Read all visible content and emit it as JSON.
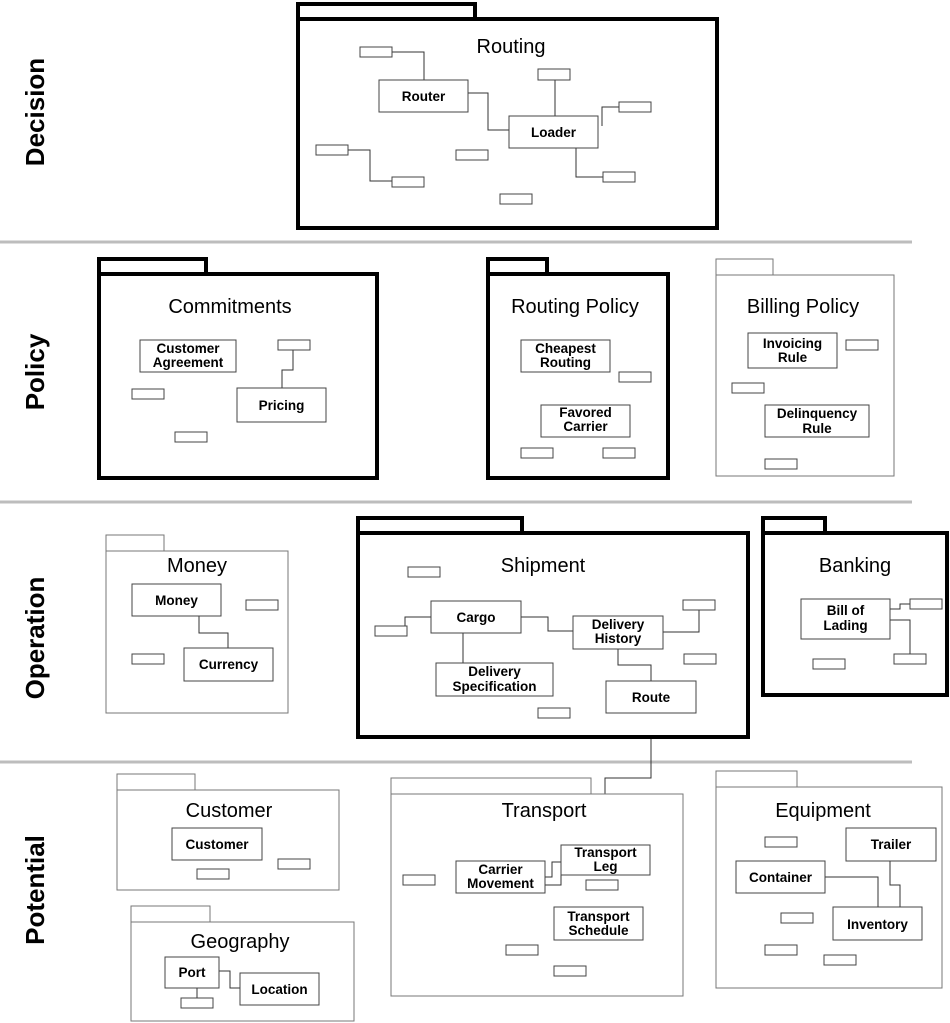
{
  "layers": [
    "Decision",
    "Policy",
    "Operation",
    "Potential"
  ],
  "packages": {
    "routing": "Routing",
    "commitments": "Commitments",
    "routing_policy": "Routing Policy",
    "billing_policy": "Billing Policy",
    "money": "Money",
    "shipment": "Shipment",
    "banking": "Banking",
    "customer": "Customer",
    "geography": "Geography",
    "transport": "Transport",
    "equipment": "Equipment"
  },
  "classes": {
    "router": [
      "Router"
    ],
    "loader": [
      "Loader"
    ],
    "customer_agreement": [
      "Customer",
      "Agreement"
    ],
    "pricing": [
      "Pricing"
    ],
    "cheapest_routing": [
      "Cheapest",
      "Routing"
    ],
    "favored_carrier": [
      "Favored",
      "Carrier"
    ],
    "invoicing_rule": [
      "Invoicing",
      "Rule"
    ],
    "delinquency_rule": [
      "Delinquency",
      "Rule"
    ],
    "money_cls": [
      "Money"
    ],
    "currency": [
      "Currency"
    ],
    "cargo": [
      "Cargo"
    ],
    "delivery_history": [
      "Delivery",
      "History"
    ],
    "delivery_specification": [
      "Delivery",
      "Specification"
    ],
    "route": [
      "Route"
    ],
    "bill_of_lading": [
      "Bill of",
      "Lading"
    ],
    "customer_cls": [
      "Customer"
    ],
    "port": [
      "Port"
    ],
    "location": [
      "Location"
    ],
    "carrier_movement": [
      "Carrier",
      "Movement"
    ],
    "transport_leg": [
      "Transport",
      "Leg"
    ],
    "transport_schedule": [
      "Transport",
      "Schedule"
    ],
    "container": [
      "Container"
    ],
    "trailer": [
      "Trailer"
    ],
    "inventory": [
      "Inventory"
    ]
  }
}
